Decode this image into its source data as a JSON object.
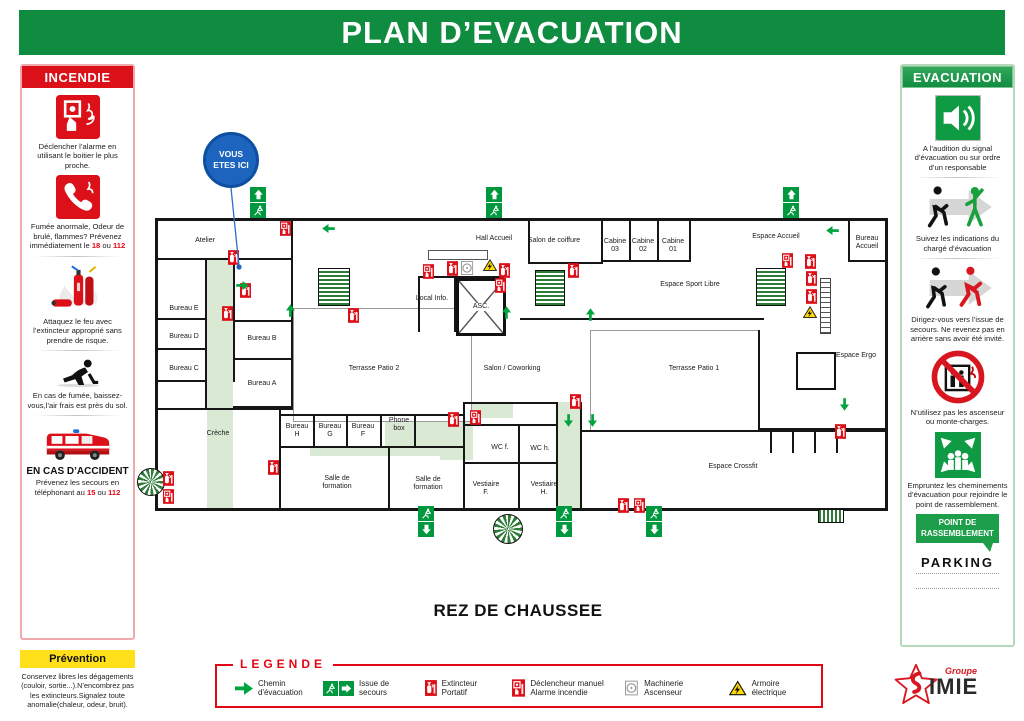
{
  "banner": {
    "title": "PLAN D’EVACUATION"
  },
  "incendie": {
    "header": "INCENDIE",
    "step1": "Déclencher l’alarme en utilisant le boitier le plus proche.",
    "step2_pre": "Fumée anormale, Odeur de brulé, flammes? Prévenez immédiatement le ",
    "step2_num1": "18",
    "step2_mid": " ou ",
    "step2_num2": "112",
    "step3": "Attaquez le feu avec l’extincteur approprié sans prendre de risque.",
    "step4": "En cas de fumée, baissez-vous,l’air frais est près du sol.",
    "accident_title": "EN CAS D’ACCIDENT",
    "accident_pre": "Prévenez les secours en téléphonant au ",
    "accident_num1": "15",
    "accident_mid": " ou ",
    "accident_num2": "112",
    "prevention_header": "Prévention",
    "prevention_text": "Conservez libres les dégagements (couloir, sortie...).N’encombrez pas les extincteurs.Signalez toute anomalie(chaleur, odeur, bruit)."
  },
  "evacuation": {
    "header": "EVACUATION",
    "step1": "A l’audition du signal d’évacuation ou sur ordre d’un responsable",
    "step2": "Suivez les indications du chargé d’évacuation",
    "step3": "Dirigez-vous vers l’issue de secours. Ne revenez pas en arrière sans avoir été invité.",
    "step4": "N’utilisez pas les ascenseur ou monte-charges.",
    "step5": "Empruntez les cheminements d’évacuation pour rejoindre le point de rassemblement.",
    "assembly_point": "POINT DE RASSEMBLEMENT",
    "parking": "PARKING"
  },
  "plan": {
    "floor": "REZ DE CHAUSSEE",
    "you_are_here": "VOUS ETES ICI",
    "rooms": {
      "atelier": "Atelier",
      "bureau_e": "Bureau E",
      "bureau_d": "Bureau D",
      "bureau_c": "Bureau C",
      "bureau_b": "Bureau B",
      "bureau_a": "Bureau A",
      "creche": "Crèche",
      "bureau_h": "Bureau H",
      "bureau_g": "Bureau G",
      "bureau_f": "Bureau F",
      "phone_box": "Phone box",
      "salle_formation": "Salle de formation",
      "local_info": "Local Info.",
      "asc": "ASC.",
      "hall_accueil": "Hall Accueil",
      "salon_coiffure": "Salon de coiffure",
      "cabine_03": "Cabine 03",
      "cabine_02": "Cabine 02",
      "cabine_01": "Cabine 01",
      "espace_accueil": "Espace Accueil",
      "bureau_accueil": "Bureau Accueil",
      "espace_sport": "Espace Sport Libre",
      "espace_ergo": "Espace Ergo",
      "terrasse_patio_2": "Terrasse Patio 2",
      "terrasse_patio_1": "Terrasse Patio 1",
      "salon_coworking": "Salon / Coworking",
      "wc_f": "WC f.",
      "wc_h": "WC h.",
      "vestiaire_f": "Vestiaire F.",
      "vestiaire_h": "Vestiaire H.",
      "espace_crossfit": "Espace Crossfit"
    }
  },
  "legend": {
    "title": "LEGENDE",
    "items": [
      {
        "icon": "evacuation-path-arrow-icon",
        "label": "Chemin d'évacuation"
      },
      {
        "icon": "emergency-exit-icon",
        "label": "Issue de secours"
      },
      {
        "icon": "extinguisher-icon",
        "label": "Extincteur Portatif"
      },
      {
        "icon": "manual-call-point-icon",
        "label": "Déclencheur manuel Alarme incendie"
      },
      {
        "icon": "elevator-machinery-icon",
        "label": "Machinerie Ascenseur"
      },
      {
        "icon": "electrical-cabinet-warning-icon",
        "label": "Armoire électrique"
      }
    ]
  },
  "colors": {
    "banner_green": "#0f8c3f",
    "signal_red": "#dc1019",
    "exit_green": "#00983e",
    "path_green": "#d9e9d3",
    "warning_yellow": "#ffd900",
    "marker_blue": "#1d64bf"
  },
  "logo": {
    "group": "Groupe",
    "s": "S",
    "rest": "IMIE"
  }
}
